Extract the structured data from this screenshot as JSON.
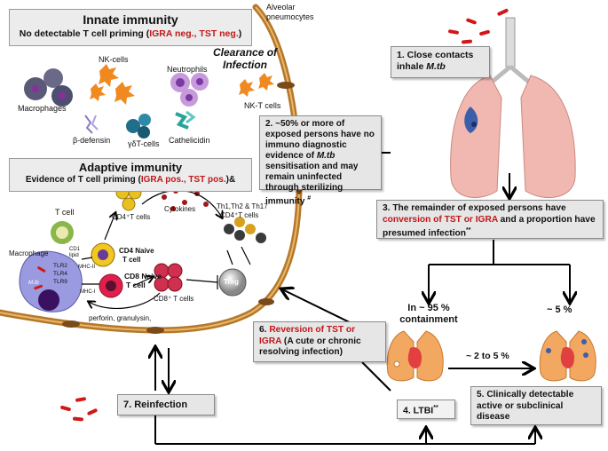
{
  "innate": {
    "title": "Innate immunity",
    "subtitle_pre": "No detectable T cell priming (",
    "subtitle_red": "IGRA neg., TST neg.",
    "subtitle_post": ")",
    "cells": {
      "nk": "NK-cells",
      "neutrophils": "Neutrophils",
      "macrophages": "Macrophages",
      "nkt": "NK-T cells",
      "defensin": "β-defensin",
      "gdt": "γδT-cells",
      "cathelicidin": "Cathelicidin"
    }
  },
  "adaptive": {
    "title": "Adaptive immunity",
    "subtitle_pre": "Evidence of T cell priming (",
    "subtitle_red": "IGRA pos., TST pos.",
    "subtitle_post": ")&",
    "labels": {
      "tcell": "T cell",
      "cd4t": "CD4⁺T cells",
      "cytokines": "Cytokines",
      "th": "Th1,Th2 & Th17",
      "th_cd4": "CD4⁺T cells",
      "macrophage": "Macrophage",
      "cd4naive": "CD4 Naive",
      "cd4naive2": "T cell",
      "cd8naive": "CD8 Naive",
      "cd8naive2": "T cell",
      "cd8t": "CD8⁺ T cells",
      "perforin": "perforin, granulysin,",
      "treg": "Treg",
      "tlr2": "TLR2",
      "tlr4": "TLR4",
      "tlr9": "TLR9",
      "mtb": "M.tb",
      "cd1": "CD1",
      "lipid": "lipid",
      "mhc2": "MHC-II",
      "mhc1": "MHC-I"
    }
  },
  "alveolar": "Alveolar\npneumocytes",
  "clearance": "Clearance of\nInfection",
  "steps": {
    "s1_pre": "1.  Close  contacts inhale ",
    "s1_it": "M.tb",
    "s2_pre": "2. ~50% or more of exposed persons have no immuno diagnostic evidence of ",
    "s2_it": "M.tb",
    "s2_post": " sensitisation and may remain uninfected through sterilizing immunity ",
    "s2_sup": "#",
    "s3_pre": "3. The remainder of exposed persons have ",
    "s3_red": "conversion of TST or IGRA",
    "s3_post": " and a proportion have presumed infection",
    "s3_sup": "**",
    "s4": "4.  LTBI",
    "s4_sup": "**",
    "s5": "5.  Clinically  detectable active  or  subclinical disease",
    "s6_pre": "6. ",
    "s6_red": "Reversion of TST or IGRA",
    "s6_post": " (A cute or chronic resolving infection)",
    "s7": "7. Reinfection"
  },
  "outcomes": {
    "containment": "In ~ 95 %\ncontainment",
    "progress": "~ 5 %",
    "transition": "~ 2 to 5 %"
  },
  "colors": {
    "accent_red": "#c0181a",
    "box_fill": "#e6e6e6",
    "panel_fill": "#ececec",
    "alveolar_wall": "#b5782a",
    "lung": "#f0b8b0"
  }
}
